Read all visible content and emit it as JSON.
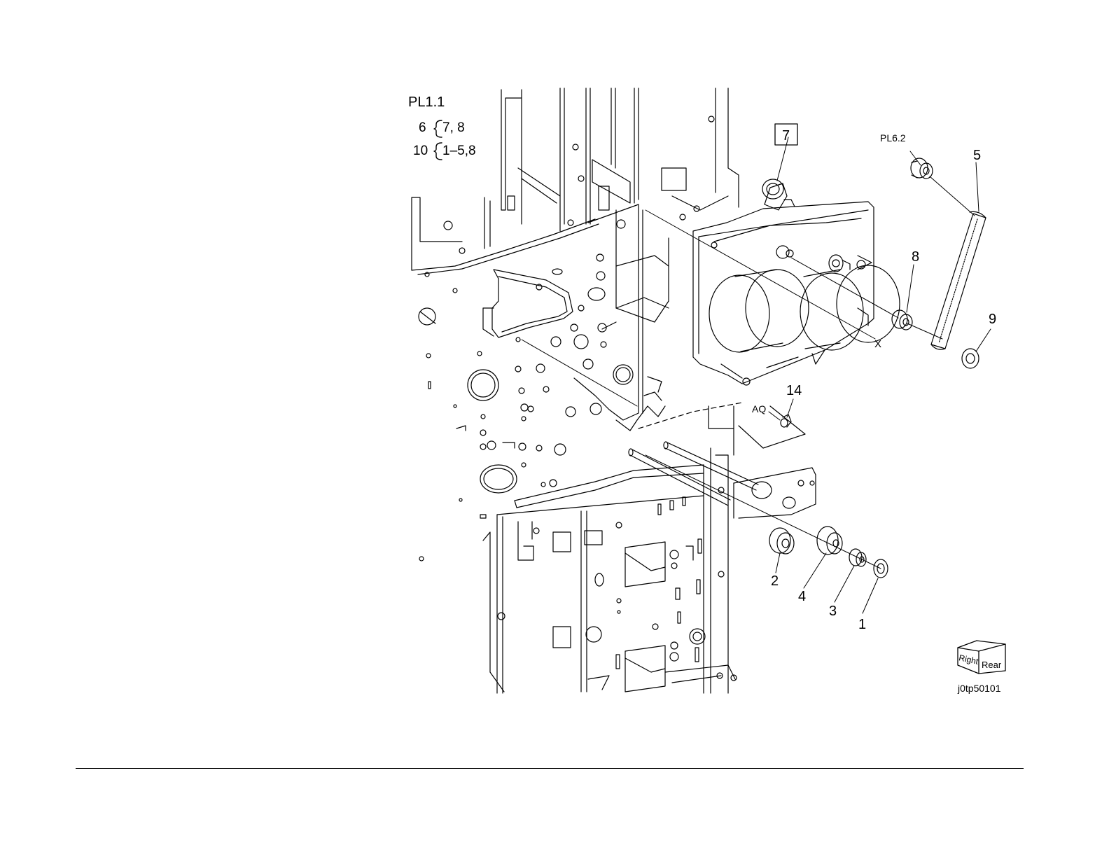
{
  "ref": {
    "title": "PL1.1",
    "line1_num": "6",
    "line1_items": "7, 8",
    "line2_num": "10",
    "line2_items": "1–5,8"
  },
  "callouts": {
    "c7": "7",
    "pl62": "PL6.2",
    "c5": "5",
    "c8": "8",
    "c9": "9",
    "x": "X",
    "c14": "14",
    "aq": "AQ",
    "c2": "2",
    "c4": "4",
    "c3": "3",
    "c1": "1"
  },
  "orientation": {
    "right": "Right",
    "rear": "Rear"
  },
  "figure_id": "j0tp50101"
}
